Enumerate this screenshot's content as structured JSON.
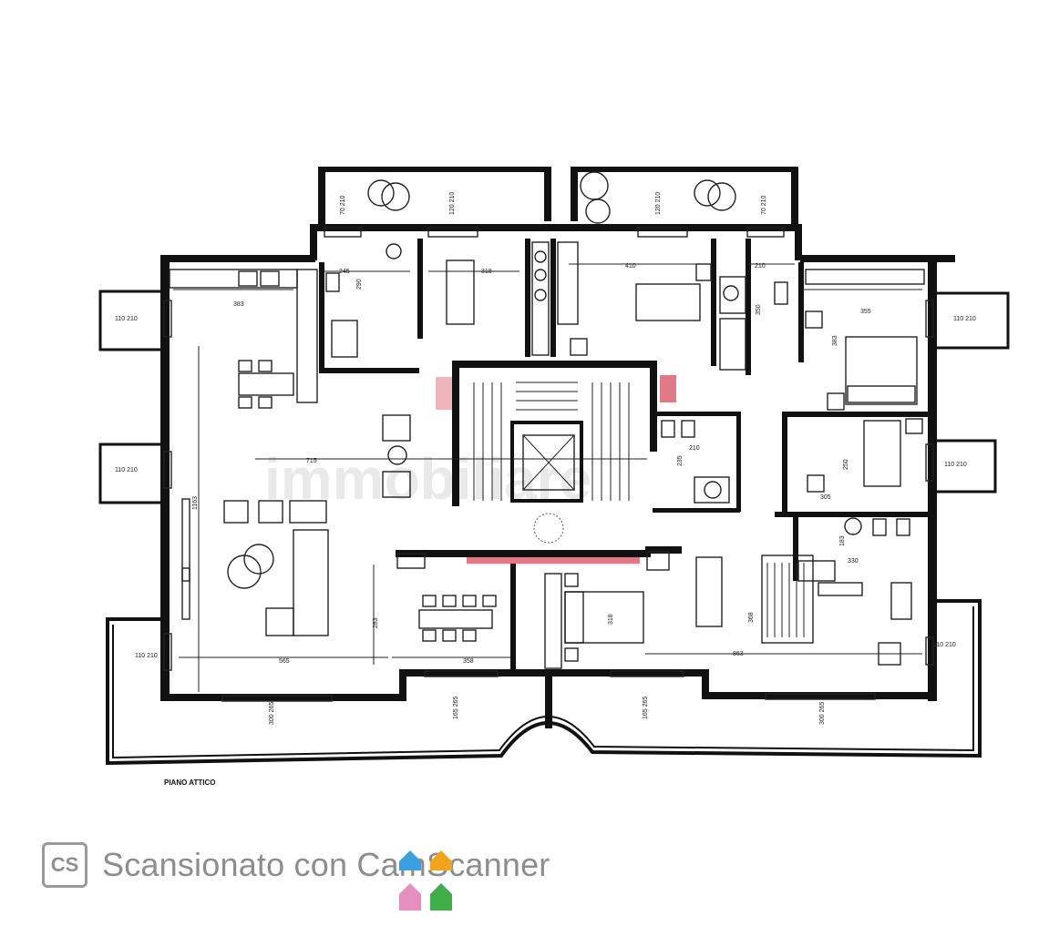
{
  "plan": {
    "floor_label": "PIANO ATTICO",
    "watermark": "immobiliare",
    "dimensions": {
      "top_windows": [
        "70 210",
        "120 210",
        "120 210",
        "70 210"
      ],
      "left_windows": [
        "110 210",
        "110 210",
        "110 210"
      ],
      "right_windows": [
        "110 210",
        "110 210",
        "110 210"
      ],
      "bottom_windows": [
        "300 265",
        "165 265",
        "165 265",
        "300 265"
      ],
      "rooms": {
        "kitchen_width": "383",
        "living_width": "715",
        "living_height": "1163",
        "living_bottom": "565",
        "dining_width": "358",
        "dining_height": "283",
        "bath1_width": "245",
        "bath1_height": "290",
        "room2_width": "318",
        "room3_width": "410",
        "bath2_width": "210",
        "bath2_height": "350",
        "bedroom1_width": "355",
        "bedroom1_height": "383",
        "bedroom2_height": "250",
        "bedroom2_width": "305",
        "bath3_width": "210",
        "bath4_width": "330",
        "bath4_height": "183",
        "bedroom3_height": "318",
        "bedroom3_mid": "368",
        "bedroom3_width": "863",
        "bath_small": "235"
      }
    }
  },
  "footer": {
    "logo": "CS",
    "scan_text": "Scansionato con CamScanner"
  },
  "colors": {
    "ink": "#111111",
    "accent_red": "#e07a87",
    "logo_gray": "#8f8f8f",
    "brand_blue": "#3aa0e0",
    "brand_orange": "#f2a51c",
    "brand_pink": "#e58fc0",
    "brand_green": "#3fae49"
  }
}
